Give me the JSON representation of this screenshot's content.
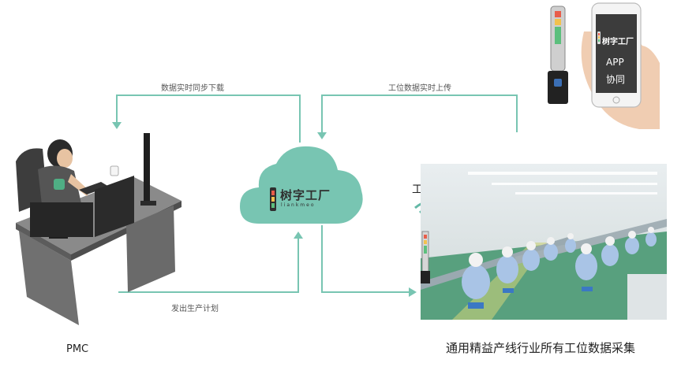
{
  "flows": {
    "download_label": "数据实时同步下载",
    "upload_label": "工位数据实时上传",
    "plan_label": "发出生产计划"
  },
  "cloud": {
    "brand": "树字工厂",
    "brand_sub": "liankmeo"
  },
  "phone": {
    "brand": "树字工厂",
    "app_label": "APP",
    "sync_label": "协同"
  },
  "workstation": {
    "label": "工位",
    "caption": "通用精益产线行业所有工位数据采集"
  },
  "pmc": {
    "label": "PMC"
  },
  "colors": {
    "cloud": "#78c5b2",
    "flow_line": "#78c5b2",
    "desk": "#6f6f6f",
    "wifi": "#64b9a7",
    "factory_floor": "#58a07e",
    "uniform": "#a9c4e6"
  },
  "icons": [
    "wifi-icon",
    "signal-tower-icon",
    "arrow-down-icon",
    "arrow-up-icon",
    "arrow-right-icon"
  ]
}
